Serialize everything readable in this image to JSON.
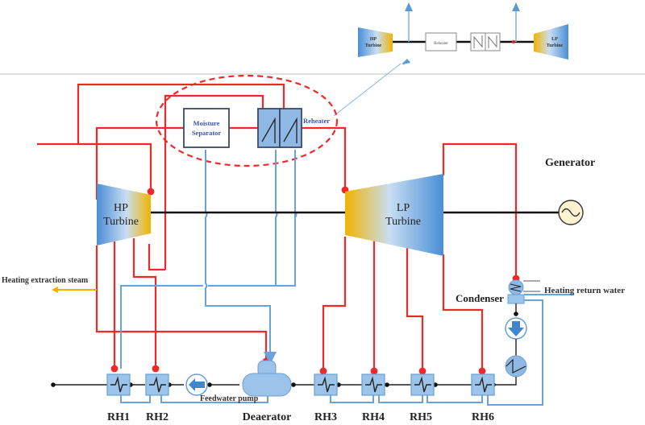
{
  "inset": {
    "hp_turbine": [
      "HP",
      "Turbine"
    ],
    "reheater": "Reheater",
    "lp_turbine": [
      "LP",
      "Turbine"
    ]
  },
  "main": {
    "hp_turbine": [
      "HP",
      "Turbine"
    ],
    "lp_turbine": [
      "LP",
      "Turbine"
    ],
    "moisture_separator": [
      "Moisture",
      "Separator"
    ],
    "reheater": "Reheater",
    "generator": "Generator",
    "condenser": "Condenser",
    "heating_return_water": "Heating return water",
    "heating_extraction_steam": "Heating extraction steam",
    "feedwater_pump": "Feedwater pump",
    "deaerator": "Deaerator",
    "heaters": [
      "RH1",
      "RH2",
      "RH3",
      "RH4",
      "RH5",
      "RH6"
    ]
  },
  "colors": {
    "steam_line": "#f02828",
    "water_line": "#6aa3dc",
    "extraction_line": "#f0b000",
    "turbine_blue": "#4a8ed6",
    "turbine_yellow": "#f0b400",
    "equipment_fill": "#9cc3ea",
    "label_blue": "#3a56a8",
    "generator_fill": "#fdf3d0"
  }
}
